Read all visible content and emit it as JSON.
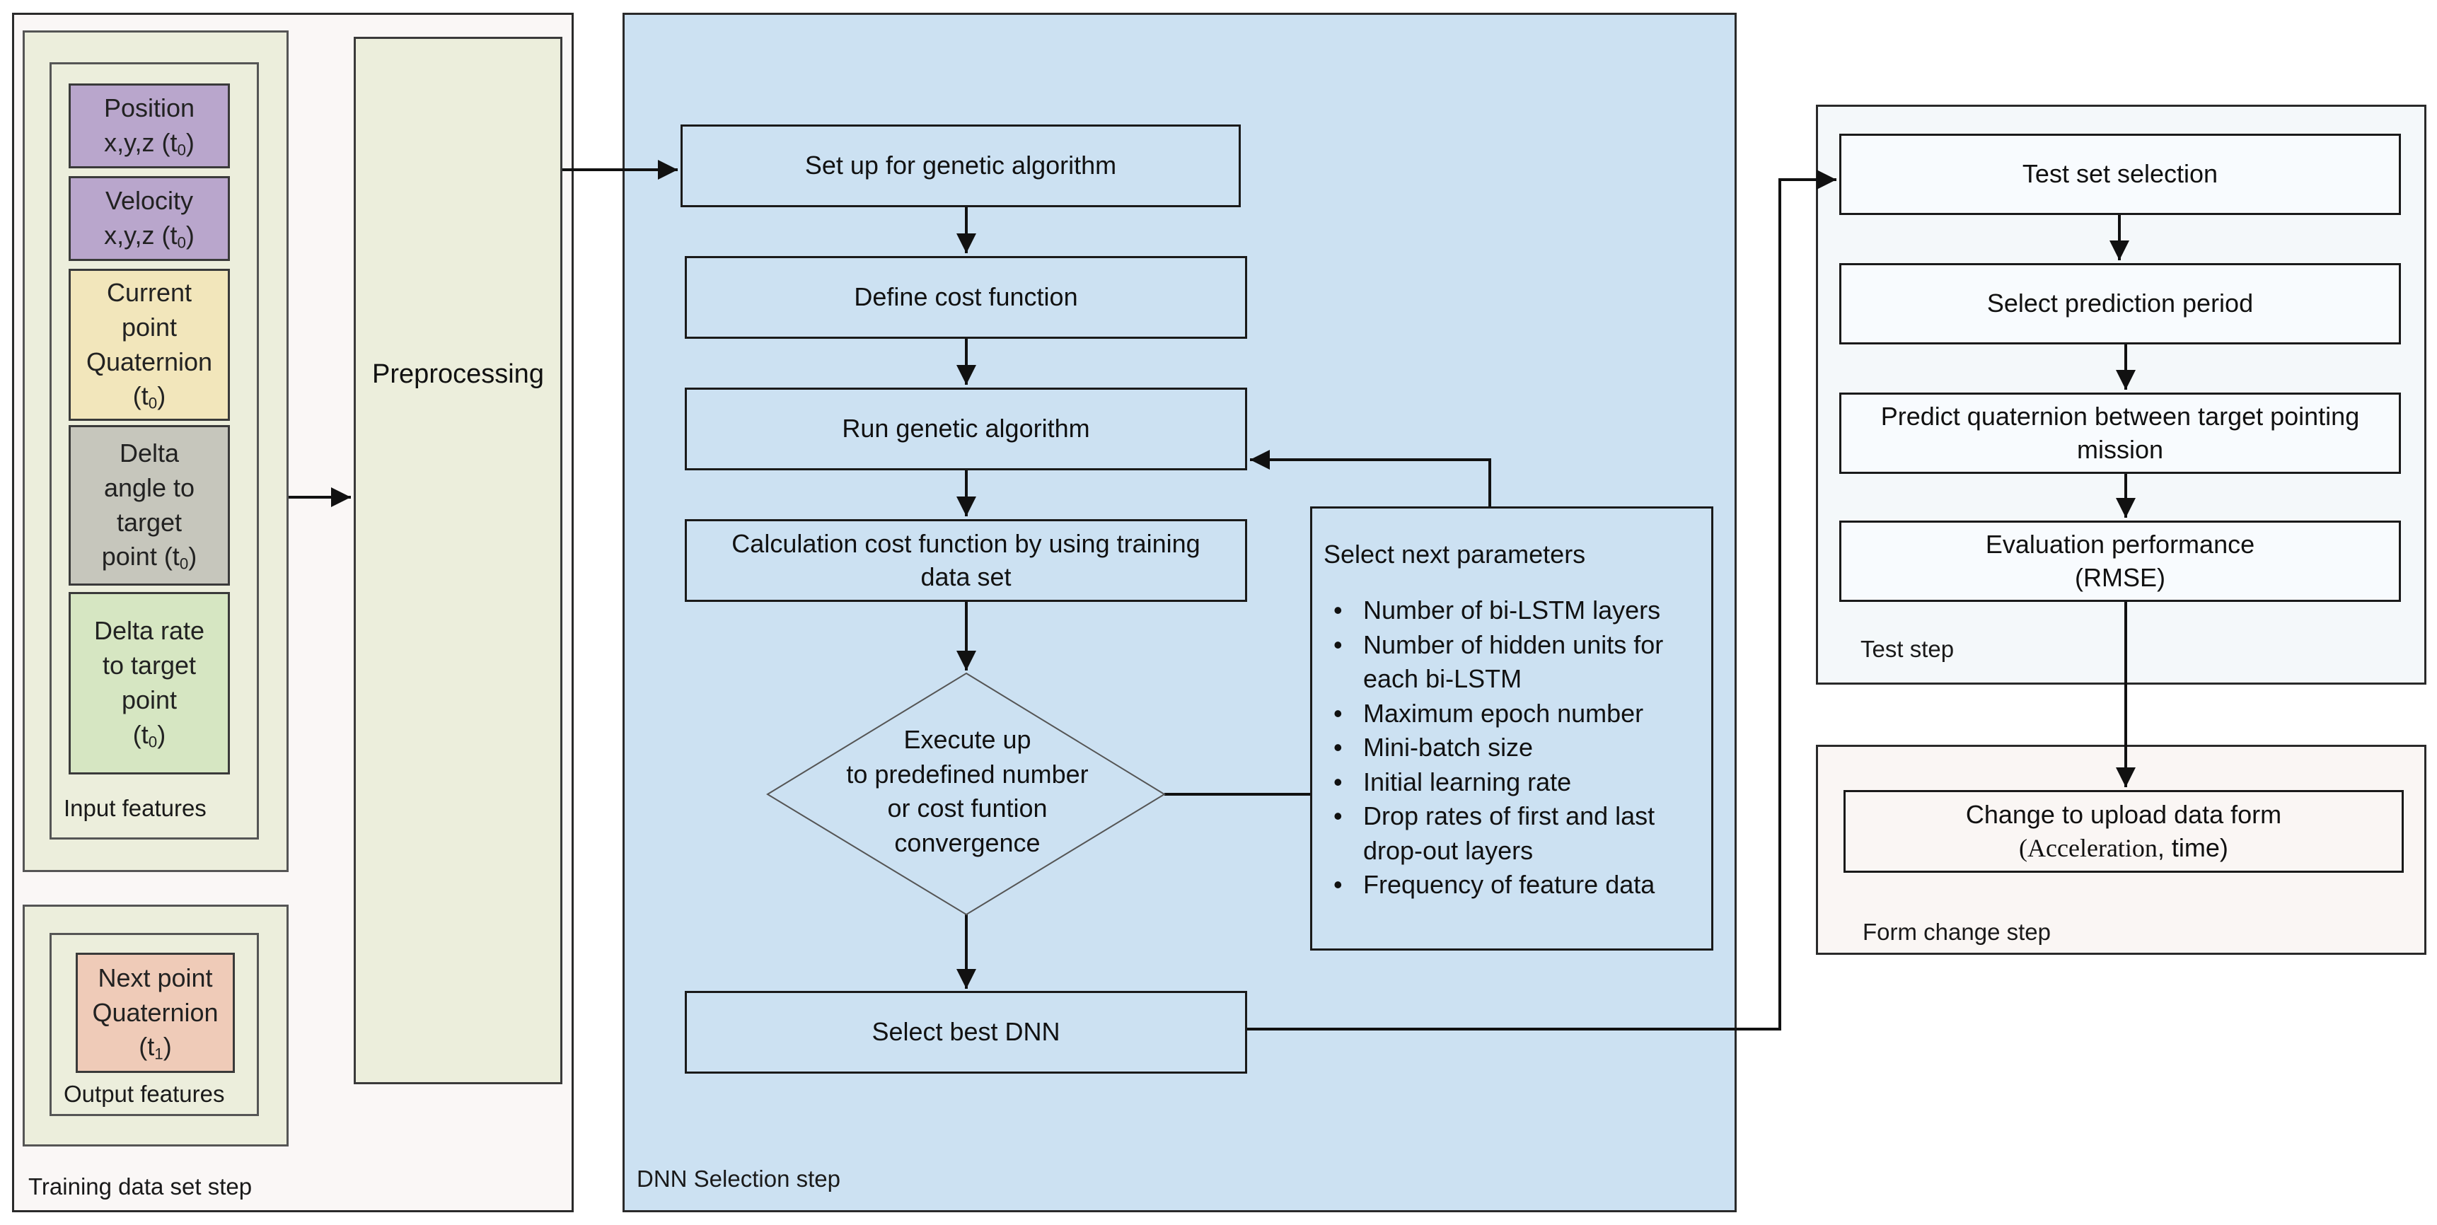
{
  "training_panel": {
    "caption": "Training data set step",
    "input_group": {
      "caption": "Input features",
      "position": {
        "line1": "Position",
        "line2": "x,y,z (t",
        "sub": "0",
        "close": ")"
      },
      "velocity": {
        "line1": "Velocity",
        "line2": "x,y,z (t",
        "sub": "0",
        "close": ")"
      },
      "current_point": {
        "line1": "Current",
        "line2": "point",
        "line3": "Quaternion",
        "line4": "(t",
        "sub": "0",
        "close": ")"
      },
      "delta_angle": {
        "line1": "Delta",
        "line2": "angle to",
        "line3": "target",
        "line4": "point (t",
        "sub": "0",
        "close": ")"
      },
      "delta_rate": {
        "line1": "Delta rate",
        "line2": "to target",
        "line3": "point",
        "line4": "(t",
        "sub": "0",
        "close": ")"
      }
    },
    "output_group": {
      "caption": "Output features",
      "next_point": {
        "line1": "Next point",
        "line2": "Quaternion",
        "line3": "(t",
        "sub": "1",
        "close": ")"
      }
    },
    "preprocessing": "Preprocessing"
  },
  "dnn_panel": {
    "caption": "DNN Selection step",
    "setup_ga": "Set up for genetic algorithm",
    "define_cost": "Define cost function",
    "run_ga": "Run genetic algorithm",
    "calc_cost": {
      "line1": "Calculation cost function by using training",
      "line2": "data set"
    },
    "decision": {
      "line1": "Execute up",
      "line2": "to predefined number",
      "line3": "or cost funtion",
      "line4": "convergence"
    },
    "select_best": "Select best DNN",
    "params": {
      "title": "Select next parameters",
      "items": [
        {
          "line1": "Number of bi-LSTM layers",
          "line2": ""
        },
        {
          "line1": "Number of hidden units for",
          "line2": "each bi-LSTM"
        },
        {
          "line1": "Maximum epoch number",
          "line2": ""
        },
        {
          "line1": "Mini-batch size",
          "line2": ""
        },
        {
          "line1": "Initial learning rate",
          "line2": ""
        },
        {
          "line1": "Drop rates of first and last",
          "line2": "drop-out layers"
        },
        {
          "line1": "Frequency of feature data",
          "line2": ""
        }
      ]
    }
  },
  "test_panel": {
    "caption": "Test step",
    "test_set": "Test set selection",
    "select_period": "Select prediction period",
    "predict": {
      "line1": "Predict quaternion between target pointing",
      "line2": "mission"
    },
    "evaluation": {
      "line1": "Evaluation performance",
      "line2": "(RMSE)"
    }
  },
  "form_panel": {
    "caption": "Form change step",
    "change_upload": {
      "line1": "Change to upload data form",
      "line2_a": "(Acceleration",
      "line2_b": ", time)"
    }
  },
  "colors": {
    "training_bg": "#faf7f6",
    "group_bg": "#eceedc",
    "dnn_bg": "#cce1f2",
    "test_bg": "#f4f8fa",
    "form_bg": "#faf6f4",
    "box_bg": "#f8fbfe",
    "position_fill": "#b9a6cc",
    "current_fill": "#f2e6bb",
    "delta_angle_fill": "#c6c6bc",
    "delta_rate_fill": "#d6e6c2",
    "next_point_fill": "#efcbb8"
  }
}
